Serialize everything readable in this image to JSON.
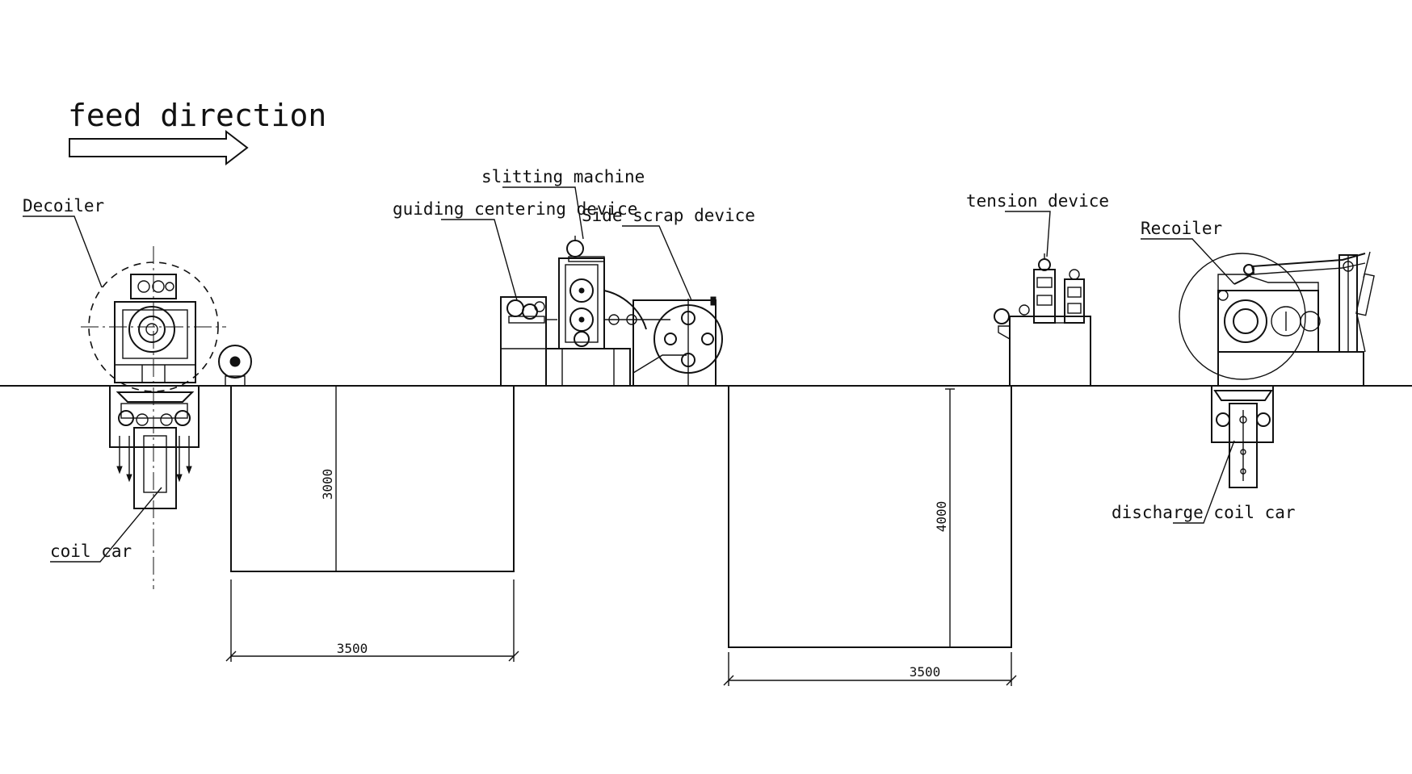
{
  "feed": {
    "label": "feed direction"
  },
  "labels": {
    "decoiler": "Decoiler",
    "coil_car": "coil car",
    "guiding": "guiding centering device",
    "slitting": "slitting machine",
    "side_scrap": "Side scrap device",
    "tension": "tension device",
    "recoiler": "Recoiler",
    "discharge": "discharge coil car"
  },
  "dimensions": {
    "pit1_depth": "3000",
    "pit1_width": "3500",
    "pit2_depth": "4000",
    "pit2_width": "3500"
  }
}
